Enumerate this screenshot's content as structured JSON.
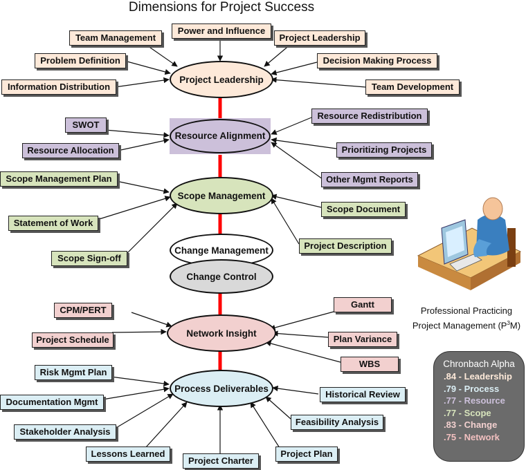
{
  "title": "Dimensions for Project Success",
  "colors": {
    "leadership": "#fde9d9",
    "resource": "#ccc0da",
    "scope": "#d7e4bc",
    "network": "#f2d0cf",
    "process": "#dbeef4",
    "spine": "#ff0000"
  },
  "hubs": {
    "leadership": "Project Leadership",
    "resource": "Resource Alignment",
    "scope": "Scope Management",
    "change_management": "Change Management",
    "change_control": "Change Control",
    "network": "Network Insight",
    "process": "Process Deliverables"
  },
  "leadership_items": {
    "team_management": "Team Management",
    "power_influence": "Power and Influence",
    "project_leadership": "Project Leadership",
    "problem_definition": "Problem Definition",
    "decision_making": "Decision Making Process",
    "information_distribution": "Information Distribution",
    "team_development": "Team Development"
  },
  "resource_items": {
    "swot": "SWOT",
    "resource_redistribution": "Resource Redistribution",
    "resource_allocation": "Resource Allocation",
    "prioritizing_projects": "Prioritizing Projects",
    "other_mgmt_reports": "Other Mgmt Reports"
  },
  "scope_items": {
    "scope_management_plan": "Scope Management Plan",
    "scope_document": "Scope Document",
    "statement_of_work": "Statement of Work",
    "project_description": "Project Description",
    "scope_signoff": "Scope Sign-off"
  },
  "network_items": {
    "cpm_pert": "CPM/PERT",
    "gantt": "Gantt",
    "project_schedule": "Project Schedule",
    "plan_variance": "Plan Variance",
    "wbs": "WBS"
  },
  "process_items": {
    "risk_mgmt_plan": "Risk Mgmt Plan",
    "documentation_mgmt": "Documentation Mgmt",
    "historical_review": "Historical Review",
    "stakeholder_analysis": "Stakeholder Analysis",
    "feasibility_analysis": "Feasibility Analysis",
    "lessons_learned": "Lessons Learned",
    "project_charter": "Project Charter",
    "project_plan": "Project Plan"
  },
  "caption": {
    "line1": "Professional Practicing",
    "line2_prefix": "Project Management (P",
    "superscript": "3",
    "line2_suffix": "M)"
  },
  "alpha": {
    "title": "Chronbach Alpha",
    "rows": [
      {
        "text": ".84 - Leadership",
        "color": "#fde9d9"
      },
      {
        "text": ".79 - Process",
        "color": "#dbeef4"
      },
      {
        "text": ".77 - Resource",
        "color": "#ccc0da"
      },
      {
        "text": ".77 - Scope",
        "color": "#d7e4bc"
      },
      {
        "text": ".83 - Change",
        "color": "#f2d0cf"
      },
      {
        "text": ".75 - Network",
        "color": "#f2c0c0"
      }
    ]
  }
}
